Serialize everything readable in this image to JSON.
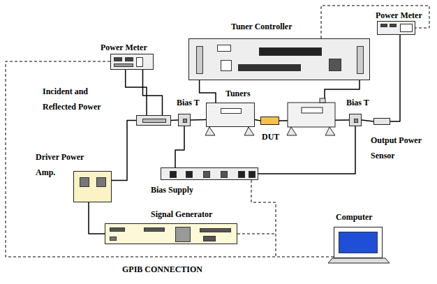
{
  "diagram": {
    "nodes": [
      {
        "text": [
          "Power Meter"
        ]
      },
      {
        "text": [
          "Tuner Controller"
        ]
      },
      {
        "text": [
          "Power Meter"
        ]
      },
      {
        "text": [
          "Incident and Reflected Power"
        ]
      },
      {
        "text": [
          "Bias T"
        ]
      },
      {
        "text": [
          "Tuners"
        ]
      },
      {
        "text": [
          "DUT"
        ]
      },
      {
        "text": [
          "Bias T"
        ]
      },
      {
        "text": [
          "Output Power Sensor"
        ]
      },
      {
        "text": [
          "Driver Power Amp."
        ]
      },
      {
        "text": [
          "Bias Supply"
        ]
      },
      {
        "text": [
          "Signal Generator"
        ]
      },
      {
        "text": [
          "Computer"
        ]
      }
    ],
    "edges": [
      {
        "from": 11,
        "to": 9,
        "arrow": "none"
      },
      {
        "from": 9,
        "to": 3,
        "arrow": "none"
      },
      {
        "from": 3,
        "to": 0,
        "arrow": "none"
      },
      {
        "from": 3,
        "to": 0,
        "arrow": "none"
      },
      {
        "from": 3,
        "to": 4,
        "arrow": "none"
      },
      {
        "from": 4,
        "to": 5,
        "arrow": "none"
      },
      {
        "from": 5,
        "to": 6,
        "arrow": "none"
      },
      {
        "from": 6,
        "to": 7,
        "arrow": "none"
      },
      {
        "from": 7,
        "to": 8,
        "arrow": "none"
      },
      {
        "from": 8,
        "to": 2,
        "arrow": "none"
      },
      {
        "from": 1,
        "to": 5,
        "arrow": "none"
      },
      {
        "from": 10,
        "to": 4,
        "arrow": "none"
      },
      {
        "from": 10,
        "to": 7,
        "arrow": "none"
      }
    ],
    "labels": [
      "GPIB CONNECTION"
    ]
  }
}
